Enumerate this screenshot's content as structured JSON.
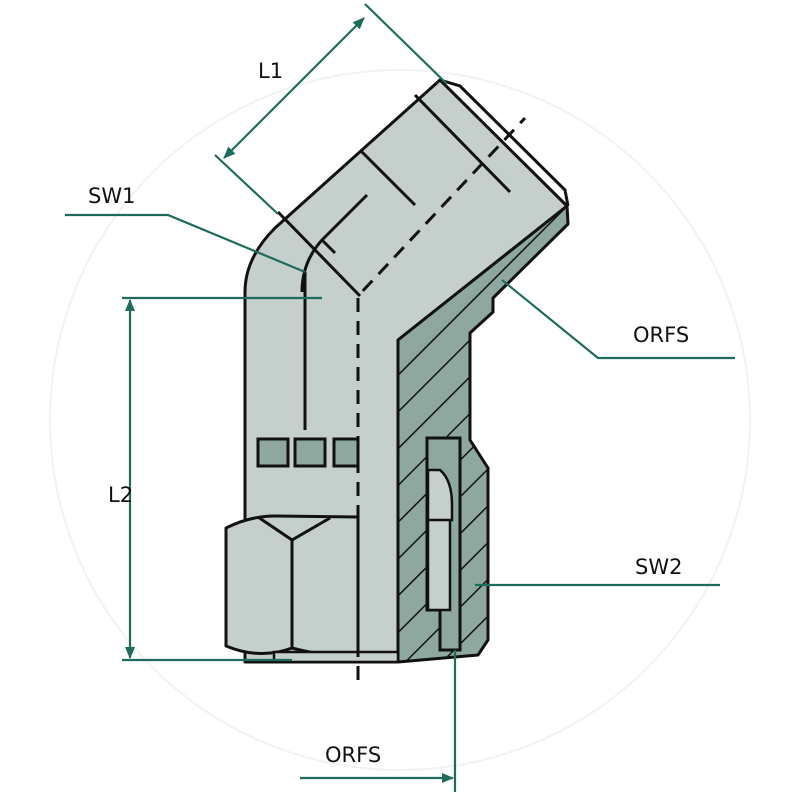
{
  "labels": {
    "l1": "L1",
    "sw1": "SW1",
    "l2": "L2",
    "orfs_top": "ORFS",
    "sw2": "SW2",
    "orfs_bottom": "ORFS"
  },
  "colors": {
    "body": "#c5cfcc",
    "section": "#8fa89f",
    "outline": "#111111",
    "dimension": "#1f6b5c"
  }
}
